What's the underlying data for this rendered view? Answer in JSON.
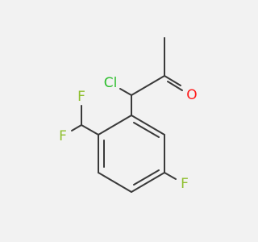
{
  "molecule": {
    "atoms": {
      "cl": {
        "label": "Cl",
        "color": "#2fbf2f"
      },
      "o": {
        "label": "O",
        "color": "#ff1a1a"
      },
      "f_top": {
        "label": "F",
        "color": "#8fbf2f"
      },
      "f_left": {
        "label": "F",
        "color": "#8fbf2f"
      },
      "f_ring": {
        "label": "F",
        "color": "#8fbf2f"
      }
    },
    "bond_color": "#3a3a3a",
    "background": "#f2f2f2"
  }
}
